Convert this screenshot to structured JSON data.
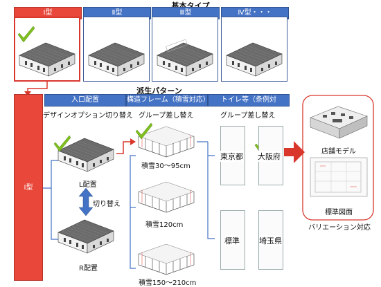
{
  "basic_types": {
    "title": "基本タイプ",
    "items": [
      {
        "label": "Ⅰ型",
        "selected": true
      },
      {
        "label": "Ⅱ型",
        "selected": false
      },
      {
        "label": "Ⅲ型",
        "selected": false
      },
      {
        "label": "Ⅳ型・・・",
        "selected": false
      }
    ]
  },
  "derived": {
    "title": "派生パターン",
    "side_label": "Ⅰ型",
    "headers": [
      "入口配置",
      "構造フレーム（積雪対応）",
      "トイレ等（条例対応）・・・"
    ],
    "col1": {
      "title": "デザインオプション切り替え",
      "top_label": "L配置",
      "switch_label": "切り替え",
      "bottom_label": "R配置"
    },
    "col2": {
      "title": "グループ差し替え",
      "frames": [
        "積雪30～95cm",
        "積雪120cm",
        "積雪150～210cm"
      ]
    },
    "col3": {
      "title": "グループ差し替え",
      "plans": [
        "東京都",
        "大阪府",
        "標準",
        "埼玉県"
      ]
    }
  },
  "results": {
    "model_label": "店舗モデル",
    "drawing_label": "標準図面",
    "caption": "バリエーション対応"
  },
  "colors": {
    "accent_red": "#e8473a",
    "header_blue": "#4472c4",
    "check_green": "#7fbf1f",
    "arrow_blue": "#4472c4"
  }
}
